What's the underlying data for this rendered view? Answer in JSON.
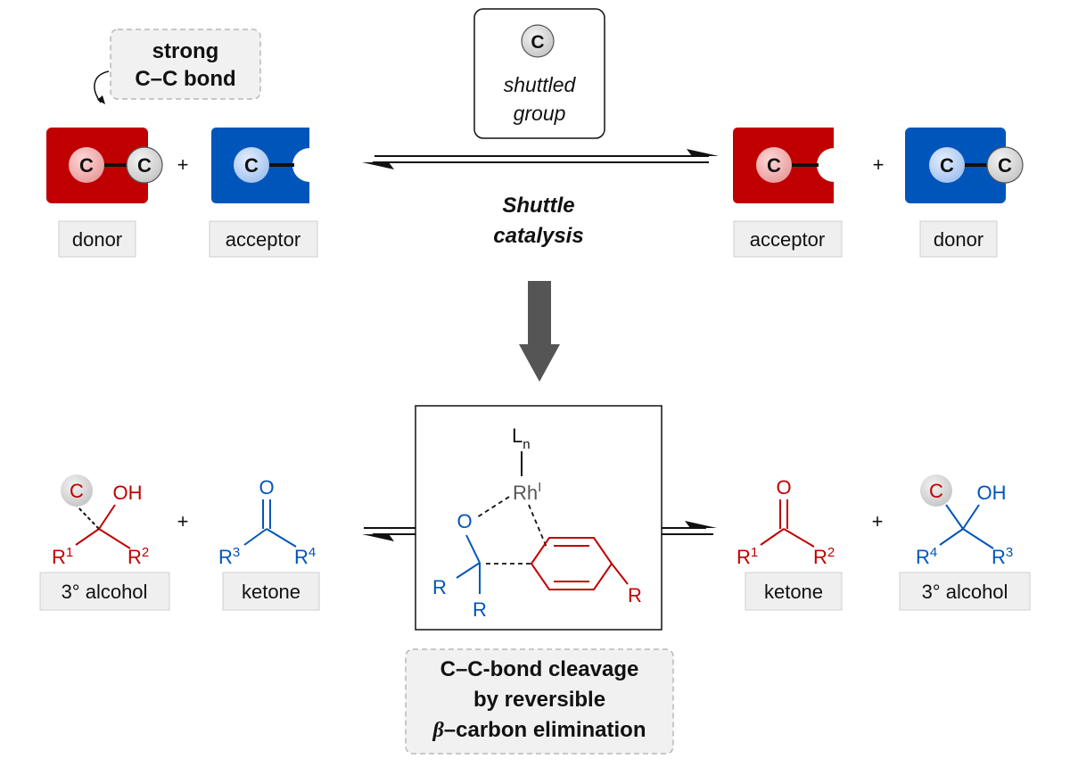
{
  "top": {
    "callout": {
      "line1": "strong",
      "line2": "C–C bond"
    },
    "atom": "C",
    "plus": "+",
    "left_labels": {
      "donor": "donor",
      "acceptor": "acceptor"
    },
    "right_labels": {
      "acceptor": "acceptor",
      "donor": "donor"
    },
    "shuttled_box": {
      "atom": "C",
      "line1": "shuttled",
      "line2": "group"
    },
    "catalysis": {
      "line1": "Shuttle",
      "line2": "catalysis"
    }
  },
  "bottom": {
    "left": {
      "alcohol": {
        "atom": "C",
        "oh": "OH",
        "r1": "R",
        "r1_sup": "1",
        "r2": "R",
        "r2_sup": "2",
        "label": "3° alcohol"
      },
      "plus": "+",
      "ketone": {
        "o": "O",
        "r3": "R",
        "r3_sup": "3",
        "r4": "R",
        "r4_sup": "4",
        "label": "ketone"
      }
    },
    "center": {
      "ln": "L",
      "ln_sub": "n",
      "rh": "Rh",
      "rh_sup": "I",
      "o": "O",
      "r_top": "R",
      "r_bottom": "R",
      "r_aryl": "R"
    },
    "right": {
      "ketone": {
        "o": "O",
        "r1": "R",
        "r1_sup": "1",
        "r2": "R",
        "r2_sup": "2",
        "label": "ketone"
      },
      "plus": "+",
      "alcohol": {
        "atom": "C",
        "oh": "OH",
        "r4": "R",
        "r4_sup": "4",
        "r3": "R",
        "r3_sup": "3",
        "label": "3° alcohol"
      }
    },
    "caption": {
      "line1": "C–C-bond cleavage",
      "line2": "by reversible",
      "line3_greek": "β",
      "line3_rest": "–carbon elimination"
    }
  },
  "colors": {
    "red": "#c00000",
    "blue": "#0055bb",
    "gray_arrow": "#555555",
    "label_bg": "#efefef"
  }
}
